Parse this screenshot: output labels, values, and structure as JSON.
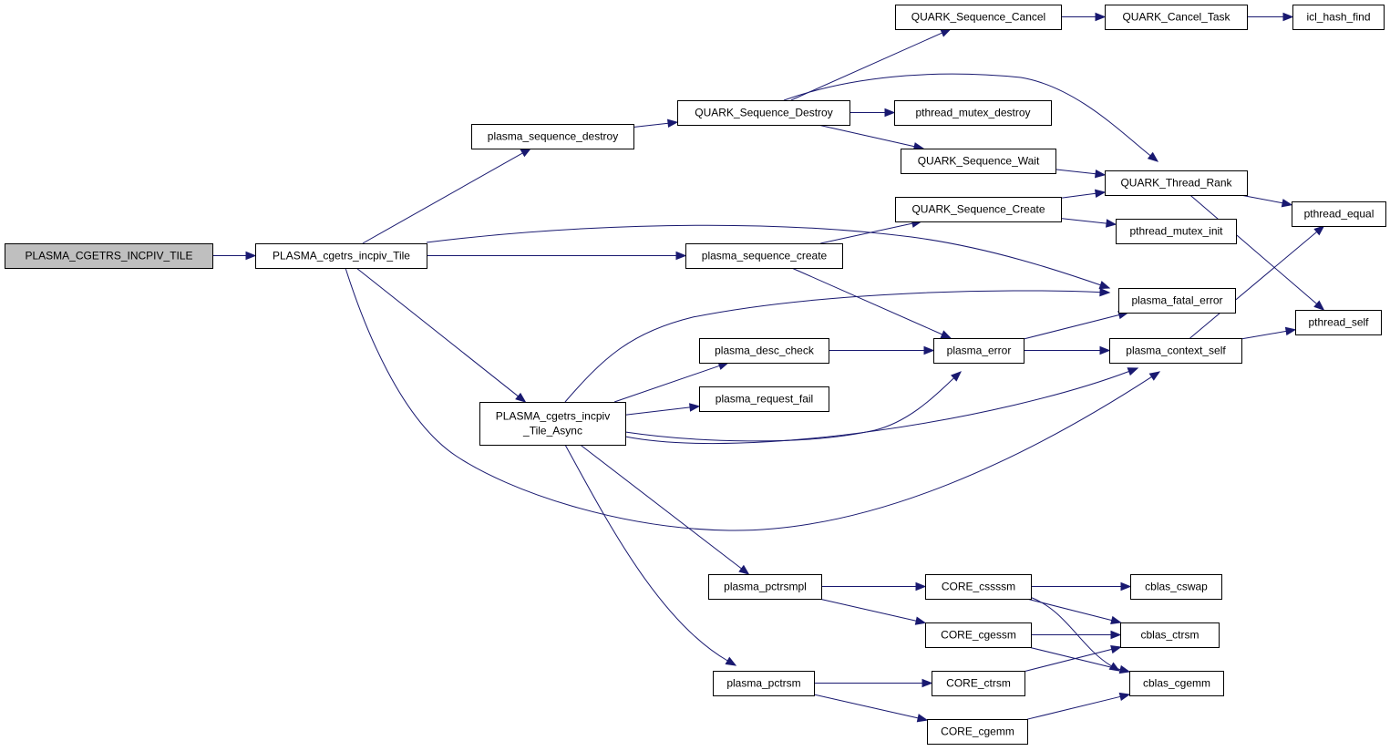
{
  "graph": {
    "nodes": [
      {
        "id": "root",
        "lines": [
          "PLASMA_CGETRS_INCPIV_TILE"
        ],
        "root": true
      },
      {
        "id": "tile",
        "lines": [
          "PLASMA_cgetrs_incpiv_Tile"
        ]
      },
      {
        "id": "seq_destroy",
        "lines": [
          "plasma_sequence_destroy"
        ]
      },
      {
        "id": "seq_create",
        "lines": [
          "plasma_sequence_create"
        ]
      },
      {
        "id": "async",
        "lines": [
          "PLASMA_cgetrs_incpiv",
          "_Tile_Async"
        ]
      },
      {
        "id": "q_seq_cancel",
        "lines": [
          "QUARK_Sequence_Cancel"
        ]
      },
      {
        "id": "q_cancel_task",
        "lines": [
          "QUARK_Cancel_Task"
        ]
      },
      {
        "id": "icl_hash_find",
        "lines": [
          "icl_hash_find"
        ]
      },
      {
        "id": "q_seq_destroy",
        "lines": [
          "QUARK_Sequence_Destroy"
        ]
      },
      {
        "id": "pt_mutex_destroy",
        "lines": [
          "pthread_mutex_destroy"
        ]
      },
      {
        "id": "q_seq_wait",
        "lines": [
          "QUARK_Sequence_Wait"
        ]
      },
      {
        "id": "q_thread_rank",
        "lines": [
          "QUARK_Thread_Rank"
        ]
      },
      {
        "id": "q_seq_create",
        "lines": [
          "QUARK_Sequence_Create"
        ]
      },
      {
        "id": "pt_mutex_init",
        "lines": [
          "pthread_mutex_init"
        ]
      },
      {
        "id": "pt_equal",
        "lines": [
          "pthread_equal"
        ]
      },
      {
        "id": "fatal",
        "lines": [
          "plasma_fatal_error"
        ]
      },
      {
        "id": "pt_self",
        "lines": [
          "pthread_self"
        ]
      },
      {
        "id": "desc_check",
        "lines": [
          "plasma_desc_check"
        ]
      },
      {
        "id": "error",
        "lines": [
          "plasma_error"
        ]
      },
      {
        "id": "ctx_self",
        "lines": [
          "plasma_context_self"
        ]
      },
      {
        "id": "req_fail",
        "lines": [
          "plasma_request_fail"
        ]
      },
      {
        "id": "pctrsmpl",
        "lines": [
          "plasma_pctrsmpl"
        ]
      },
      {
        "id": "cssssm",
        "lines": [
          "CORE_cssssm"
        ]
      },
      {
        "id": "cswap",
        "lines": [
          "cblas_cswap"
        ]
      },
      {
        "id": "cgessm",
        "lines": [
          "CORE_cgessm"
        ]
      },
      {
        "id": "ctrsm_blas",
        "lines": [
          "cblas_ctrsm"
        ]
      },
      {
        "id": "pctrsm",
        "lines": [
          "plasma_pctrsm"
        ]
      },
      {
        "id": "core_ctrsm",
        "lines": [
          "CORE_ctrsm"
        ]
      },
      {
        "id": "cgemm_blas",
        "lines": [
          "cblas_cgemm"
        ]
      },
      {
        "id": "core_cgemm",
        "lines": [
          "CORE_cgemm"
        ]
      }
    ],
    "edges": [
      {
        "from": "root",
        "to": "tile"
      },
      {
        "from": "tile",
        "to": "seq_destroy"
      },
      {
        "from": "tile",
        "to": "fatal"
      },
      {
        "from": "tile",
        "to": "seq_create"
      },
      {
        "from": "tile",
        "to": "async"
      },
      {
        "from": "tile",
        "to": "ctx_self"
      },
      {
        "from": "seq_destroy",
        "to": "q_seq_destroy"
      },
      {
        "from": "q_seq_destroy",
        "to": "q_seq_cancel"
      },
      {
        "from": "q_seq_destroy",
        "to": "q_thread_rank"
      },
      {
        "from": "q_seq_destroy",
        "to": "pt_mutex_destroy"
      },
      {
        "from": "q_seq_destroy",
        "to": "q_seq_wait"
      },
      {
        "from": "q_seq_cancel",
        "to": "q_cancel_task"
      },
      {
        "from": "q_cancel_task",
        "to": "icl_hash_find"
      },
      {
        "from": "q_seq_wait",
        "to": "q_thread_rank"
      },
      {
        "from": "q_thread_rank",
        "to": "pt_equal"
      },
      {
        "from": "q_thread_rank",
        "to": "pt_self"
      },
      {
        "from": "seq_create",
        "to": "q_seq_create"
      },
      {
        "from": "seq_create",
        "to": "error"
      },
      {
        "from": "q_seq_create",
        "to": "q_thread_rank"
      },
      {
        "from": "q_seq_create",
        "to": "pt_mutex_init"
      },
      {
        "from": "async",
        "to": "fatal"
      },
      {
        "from": "async",
        "to": "desc_check"
      },
      {
        "from": "async",
        "to": "req_fail"
      },
      {
        "from": "async",
        "to": "error"
      },
      {
        "from": "async",
        "to": "ctx_self"
      },
      {
        "from": "async",
        "to": "pctrsmpl"
      },
      {
        "from": "async",
        "to": "pctrsm"
      },
      {
        "from": "desc_check",
        "to": "error"
      },
      {
        "from": "error",
        "to": "fatal"
      },
      {
        "from": "error",
        "to": "ctx_self"
      },
      {
        "from": "ctx_self",
        "to": "pt_equal"
      },
      {
        "from": "ctx_self",
        "to": "pt_self"
      },
      {
        "from": "pctrsmpl",
        "to": "cssssm"
      },
      {
        "from": "pctrsmpl",
        "to": "cgessm"
      },
      {
        "from": "cssssm",
        "to": "cswap"
      },
      {
        "from": "cssssm",
        "to": "ctrsm_blas"
      },
      {
        "from": "cssssm",
        "to": "cgemm_blas"
      },
      {
        "from": "cgessm",
        "to": "ctrsm_blas"
      },
      {
        "from": "cgessm",
        "to": "cgemm_blas"
      },
      {
        "from": "pctrsm",
        "to": "core_ctrsm"
      },
      {
        "from": "pctrsm",
        "to": "core_cgemm"
      },
      {
        "from": "core_ctrsm",
        "to": "ctrsm_blas"
      },
      {
        "from": "core_cgemm",
        "to": "cgemm_blas"
      }
    ]
  }
}
